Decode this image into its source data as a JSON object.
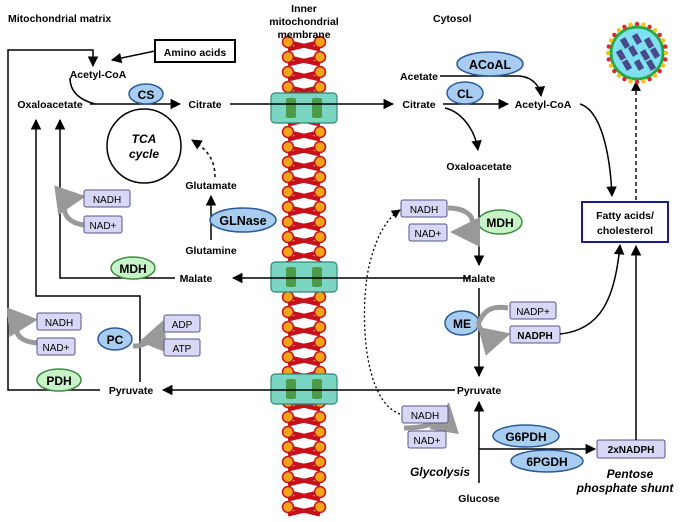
{
  "headers": {
    "matrix": "Mitochondrial matrix",
    "membrane_line1": "Inner",
    "membrane_line2": "mitochondrial",
    "membrane_line3": "membrane",
    "cytosol": "Cytosol"
  },
  "matrix": {
    "amino_acids": "Amino acids",
    "acetyl_coa": "Acetyl-CoA",
    "oxaloacetate": "Oxaloacetate",
    "citrate": "Citrate",
    "tca_line1": "TCA",
    "tca_line2": "cycle",
    "glutamate": "Glutamate",
    "glutamine": "Glutamine",
    "malate": "Malate",
    "pyruvate": "Pyruvate",
    "nadh_1": "NADH",
    "nadplus_1": "NAD+",
    "nadh_2": "NADH",
    "nadplus_2": "NAD+",
    "adp": "ADP",
    "atp": "ATP"
  },
  "enzymes": {
    "cs": "CS",
    "glnase": "GLNase",
    "mdh_matrix": "MDH",
    "pc": "PC",
    "pdh": "PDH",
    "acoal": "ACoAL",
    "cl": "CL",
    "mdh_cytosol": "MDH",
    "me": "ME",
    "g6pdh": "G6PDH",
    "6pgdh": "6PGDH"
  },
  "cytosol": {
    "acetate": "Acetate",
    "citrate": "Citrate",
    "acetyl_coa": "Acetyl-CoA",
    "oxaloacetate": "Oxaloacetate",
    "malate": "Malate",
    "pyruvate": "Pyruvate",
    "glucose": "Glucose",
    "glycolysis": "Glycolysis",
    "pentose_line1": "Pentose",
    "pentose_line2": "phosphate shunt",
    "fatty_line1": "Fatty acids/",
    "fatty_line2": "cholesterol",
    "nadh_1": "NADH",
    "nadplus_1": "NAD+",
    "nadp": "NADP+",
    "nadph": "NADPH",
    "nadh_2": "NADH",
    "nadplus_2": "NAD+",
    "two_nadph": "2xNADPH"
  },
  "colors": {
    "enzyme_blue": "#a9cdf0",
    "enzyme_green": "#c8f2c8",
    "cofactor_fill": "#d8d8f6",
    "cofactor_stroke": "#55558a",
    "membrane_red": "#c8101a",
    "membrane_orange": "#f5a31a",
    "transporter": "#7ad6c2",
    "fatty_box": "#1c1c8c"
  }
}
